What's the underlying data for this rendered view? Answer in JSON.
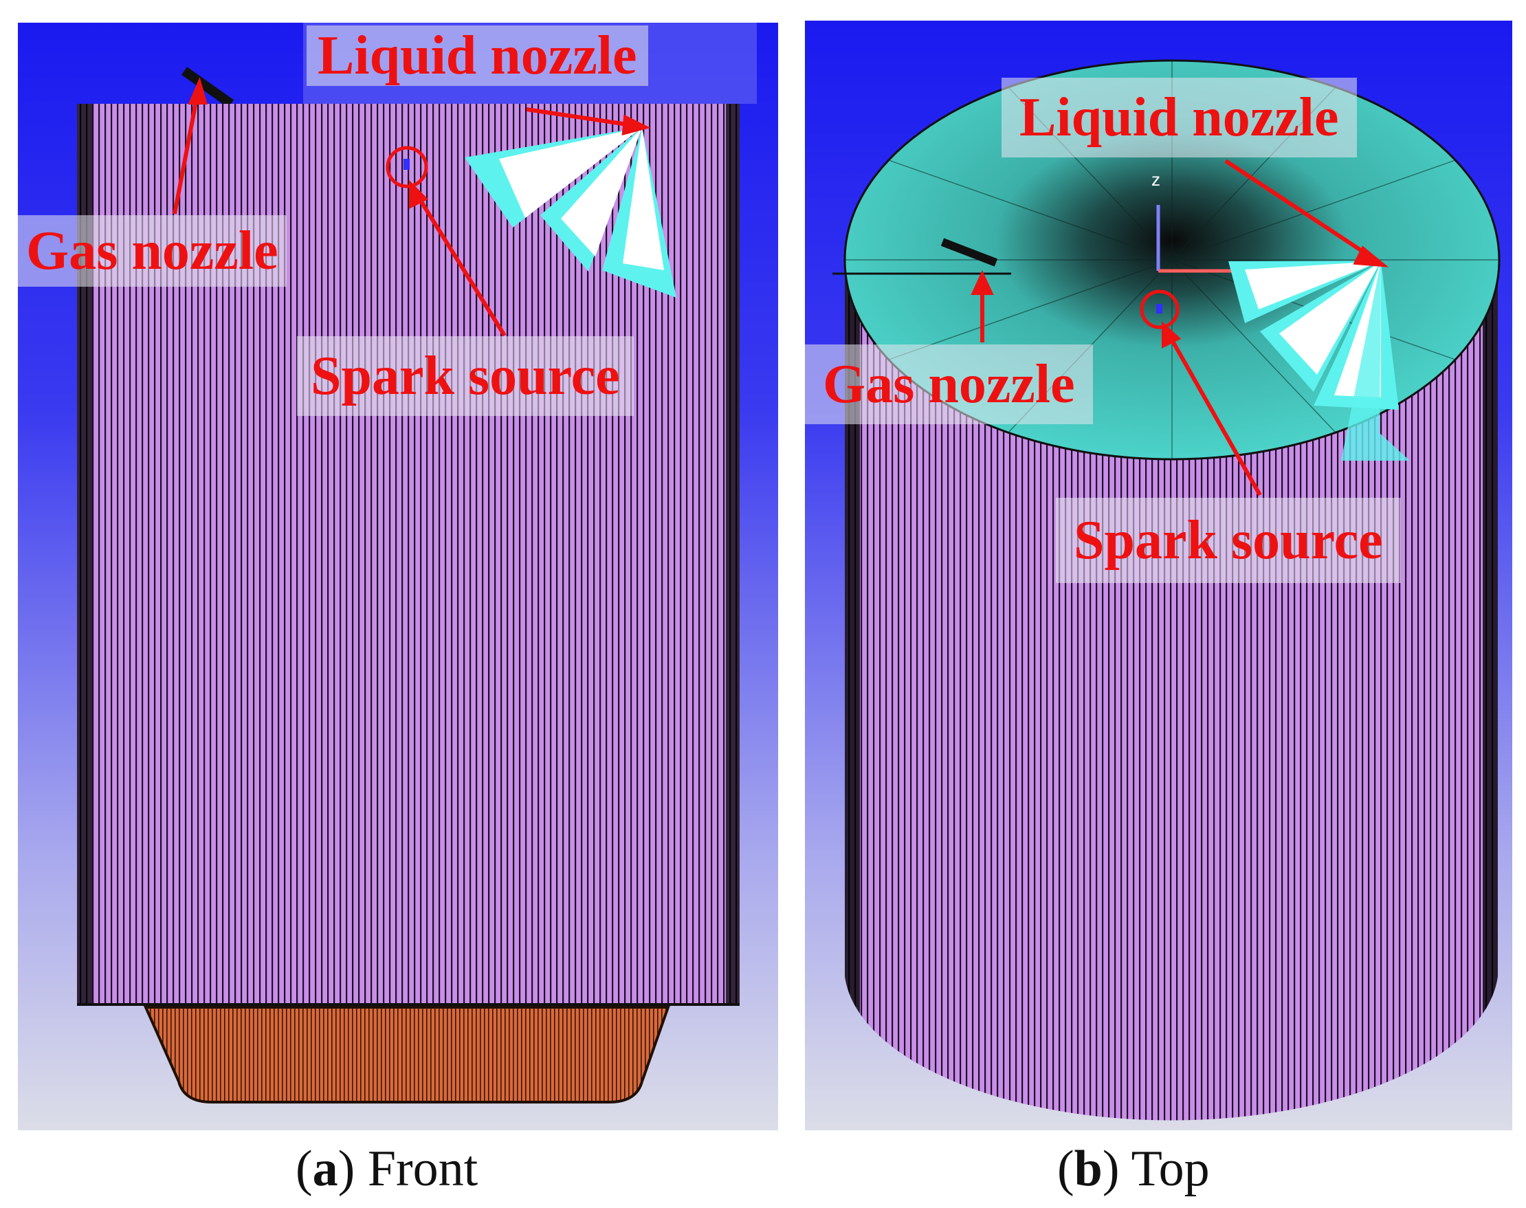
{
  "panels": [
    {
      "letter": "a",
      "view": "Front",
      "labels": {
        "liquid_nozzle": "Liquid nozzle",
        "gas_nozzle": "Gas nozzle",
        "spark_source": "Spark source"
      }
    },
    {
      "letter": "b",
      "view": "Top",
      "labels": {
        "liquid_nozzle": "Liquid nozzle",
        "gas_nozzle": "Gas nozzle",
        "spark_source": "Spark source"
      }
    }
  ],
  "axis_label": "z",
  "colors": {
    "background_top": "#1a1af0",
    "background_bottom": "#dcdde8",
    "cylinder_body": "#c98ee8",
    "mesh_line": "#1a0f24",
    "top_face": "#4fd9cf",
    "nozzle_spray": "#5ef2ee",
    "bottom_cone": "#d96a3a",
    "annotation": "#ee1111"
  }
}
